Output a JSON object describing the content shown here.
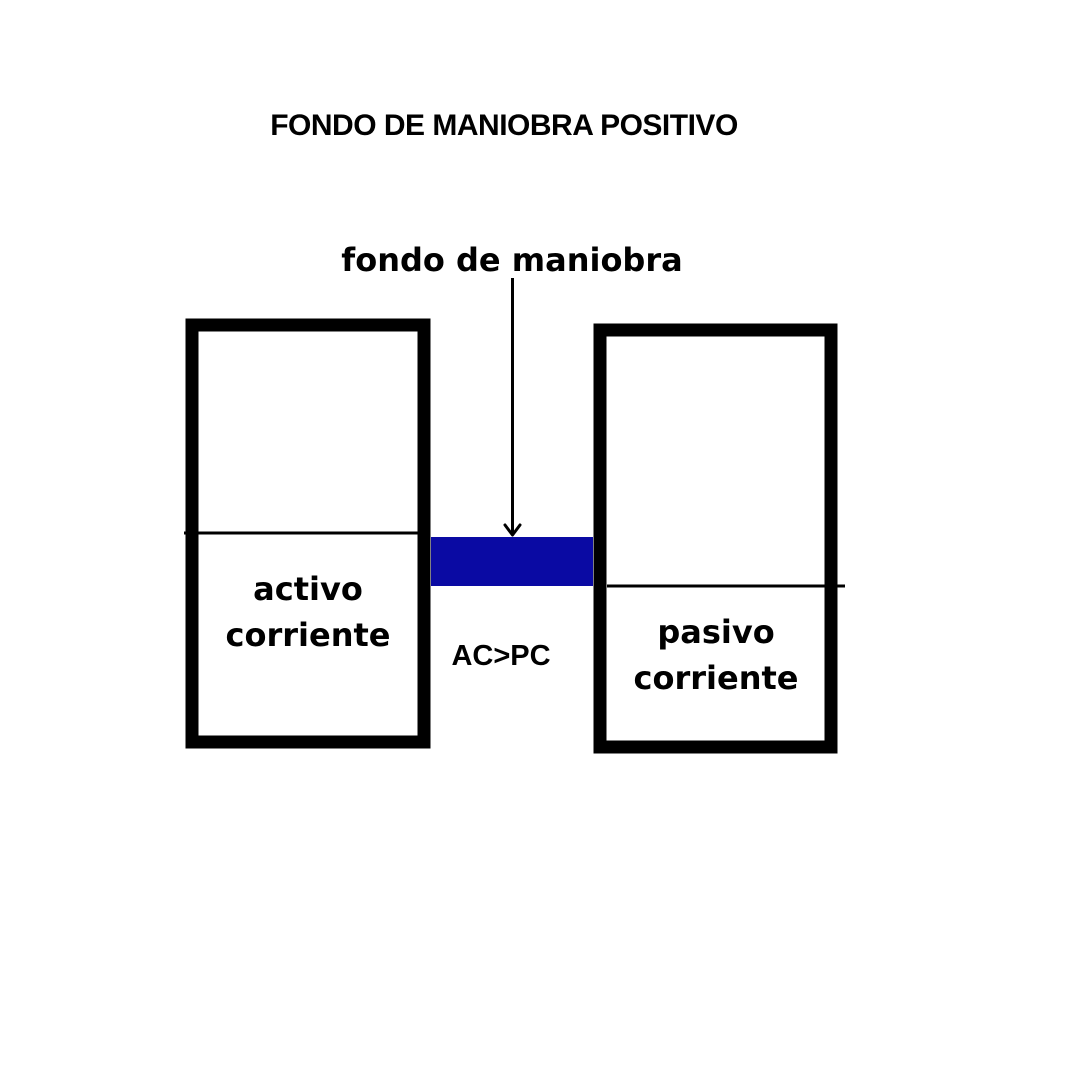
{
  "title": "FONDO DE MANIOBRA POSITIVO",
  "labels": {
    "fondo": "fondo de maniobra",
    "activo_line1": "activo",
    "activo_line2": "corriente",
    "pasivo_line1": "pasivo",
    "pasivo_line2": "corriente",
    "comparison": "AC>PC"
  },
  "colors": {
    "outline": "#000000",
    "fondo_fill": "#0a0aa3",
    "background": "#ffffff"
  }
}
